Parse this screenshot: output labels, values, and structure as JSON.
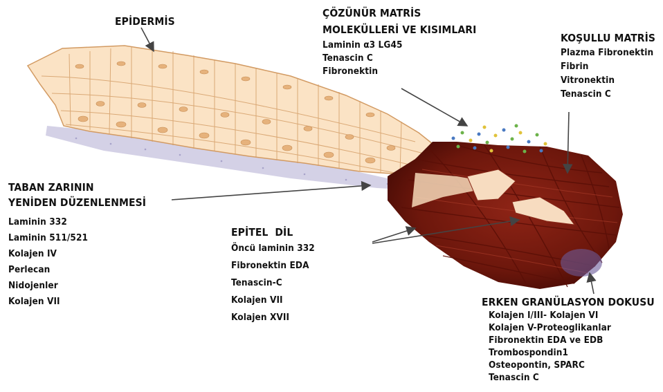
{
  "labels": {
    "epidermis": "EPİDERMİS",
    "soluble": {
      "title_lines": [
        "ÇÖZÜNÜR MATRİS",
        "MOLEKÜLLERİ VE KISIMLARI"
      ],
      "items": [
        "Laminin α3 LG45",
        "Tenascin C",
        "Fibronektin"
      ]
    },
    "provisional": {
      "title": "KOŞULLU MATRİS",
      "items": [
        "Plazma Fibronektin",
        "Fibrin",
        "Vitronektin",
        "Tenascin C"
      ]
    },
    "basement": {
      "title_lines": [
        "TABAN ZARININ",
        "YENİDEN DÜZENLENMESİ"
      ],
      "items": [
        "Laminin 332",
        "Laminin 511/521",
        "Kolajen IV",
        "Perlecan",
        "Nidojenler",
        "Kolajen VII"
      ]
    },
    "tongue": {
      "title": "EPİTEL  DİL",
      "items": [
        "Öncü laminin 332",
        "Fibronektin EDA",
        "Tenascin-C",
        "Kolajen VII",
        "Kolajen XVII"
      ]
    },
    "granulation": {
      "title": "ERKEN GRANÜLASYON DOKUSU",
      "items": [
        "Kolajen I/III- Kolajen VI",
        "Kolajen V-Proteoglikanlar",
        "Fibronektin EDA ve EDB",
        "Trombospondin1",
        "Osteopontin, SPARC",
        "Tenascin C"
      ]
    }
  },
  "colors": {
    "cell_fill": "#fbe3c5",
    "cell_border": "#d29a62",
    "nucleus": "#e6b27c",
    "basement_membrane": "#c9c6dd",
    "wound_tissue": "#7a1b10",
    "wound_dark": "#4a0c06",
    "arrow": "#444444"
  }
}
